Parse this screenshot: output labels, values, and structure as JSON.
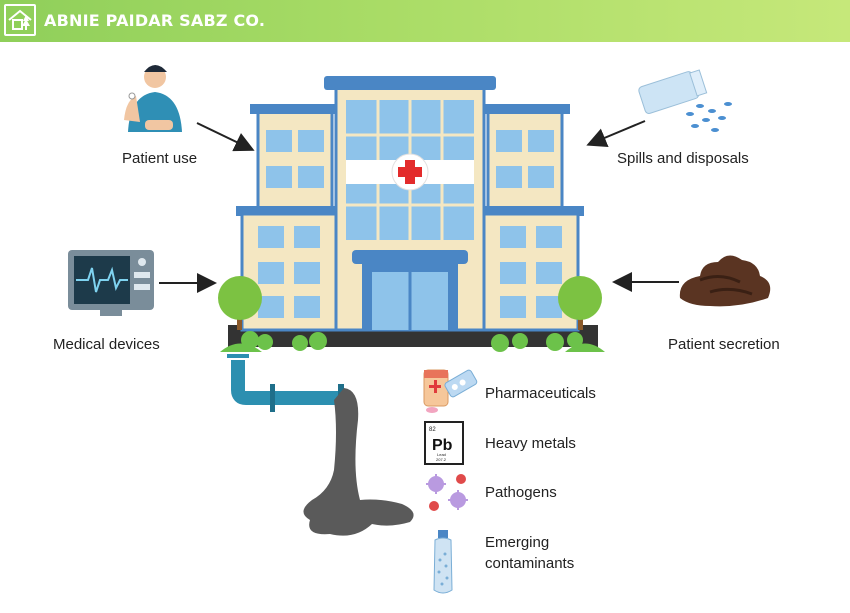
{
  "header": {
    "brand": "ABNIE PAIDAR SABZ CO.",
    "logo_icon": "house-tree-logo-icon"
  },
  "sources": {
    "patient_use": "Patient use",
    "spills": "Spills and disposals",
    "medical_devices": "Medical devices",
    "patient_secretion": "Patient secretion"
  },
  "contaminants": [
    {
      "label": "Pharmaceuticals",
      "icon": "pills-icon"
    },
    {
      "label": "Heavy metals",
      "icon": "lead-element-icon",
      "symbol": "Pb",
      "number": "82",
      "name": "Lead",
      "mass": "207.2"
    },
    {
      "label": "Pathogens",
      "icon": "virus-icon"
    },
    {
      "label": "Emerging\ncontaminants",
      "icon": "plastic-bottle-icon"
    }
  ],
  "colors": {
    "header_start": "#8fcf5a",
    "header_end": "#c6e87a",
    "building_blue": "#5b9bd5",
    "building_cream": "#f4e7c2",
    "pipe": "#2c8fb0",
    "sludge": "#5a5a5a",
    "cross": "#e32b2b"
  }
}
